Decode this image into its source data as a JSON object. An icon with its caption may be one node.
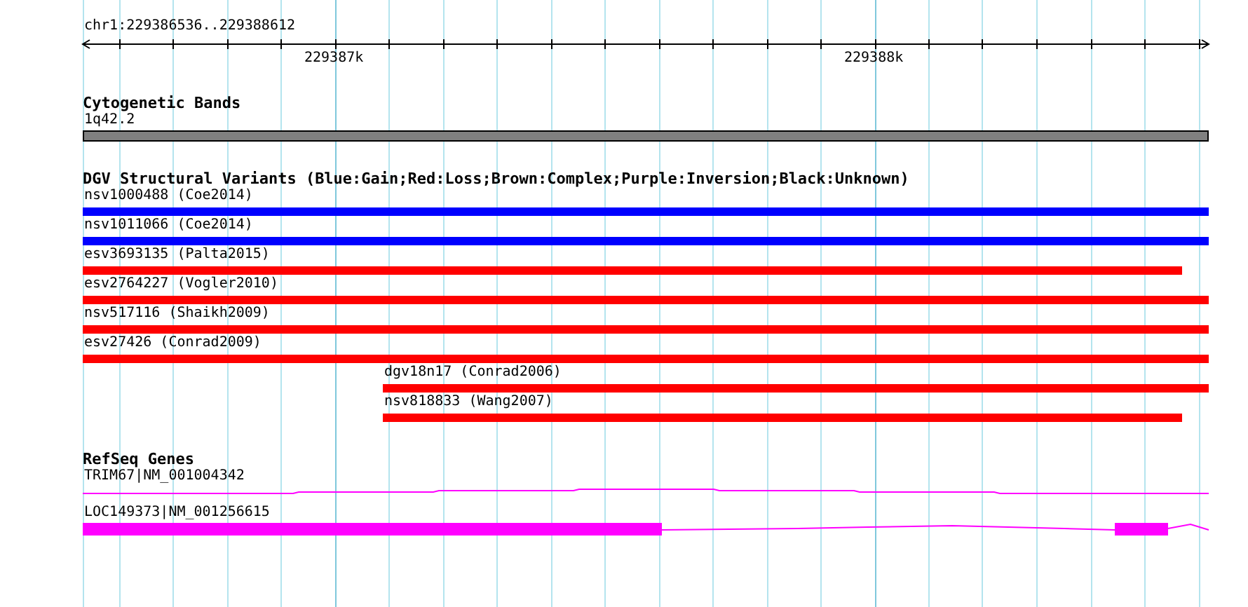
{
  "diagram": {
    "title": "chr1:229386536..229388612",
    "nodes": [
      {
        "text": [
          "1q42.2"
        ]
      },
      {
        "text": [
          "nsv1000488 (Coe2014)"
        ]
      },
      {
        "text": [
          "nsv1011066 (Coe2014)"
        ]
      },
      {
        "text": [
          "esv3693135 (Palta2015)"
        ]
      },
      {
        "text": [
          "esv2764227 (Vogler2010)"
        ]
      },
      {
        "text": [
          "nsv517116 (Shaikh2009)"
        ]
      },
      {
        "text": [
          "esv27426 (Conrad2009)"
        ]
      },
      {
        "text": [
          "dgv18n17 (Conrad2006)"
        ]
      },
      {
        "text": [
          "nsv818833 (Wang2007)"
        ]
      },
      {
        "text": [
          "TRIM67|NM_001004342"
        ]
      },
      {
        "text": [
          "LOC149373|NM_001256615"
        ]
      }
    ],
    "edges": [],
    "labels": [
      "229387k",
      "229388k",
      "Cytogenetic Bands",
      "DGV Structural Variants (Blue:Gain;Red:Loss;Brown:Complex;Purple:Inversion;Black:Unknown)",
      "RefSeq Genes"
    ]
  }
}
